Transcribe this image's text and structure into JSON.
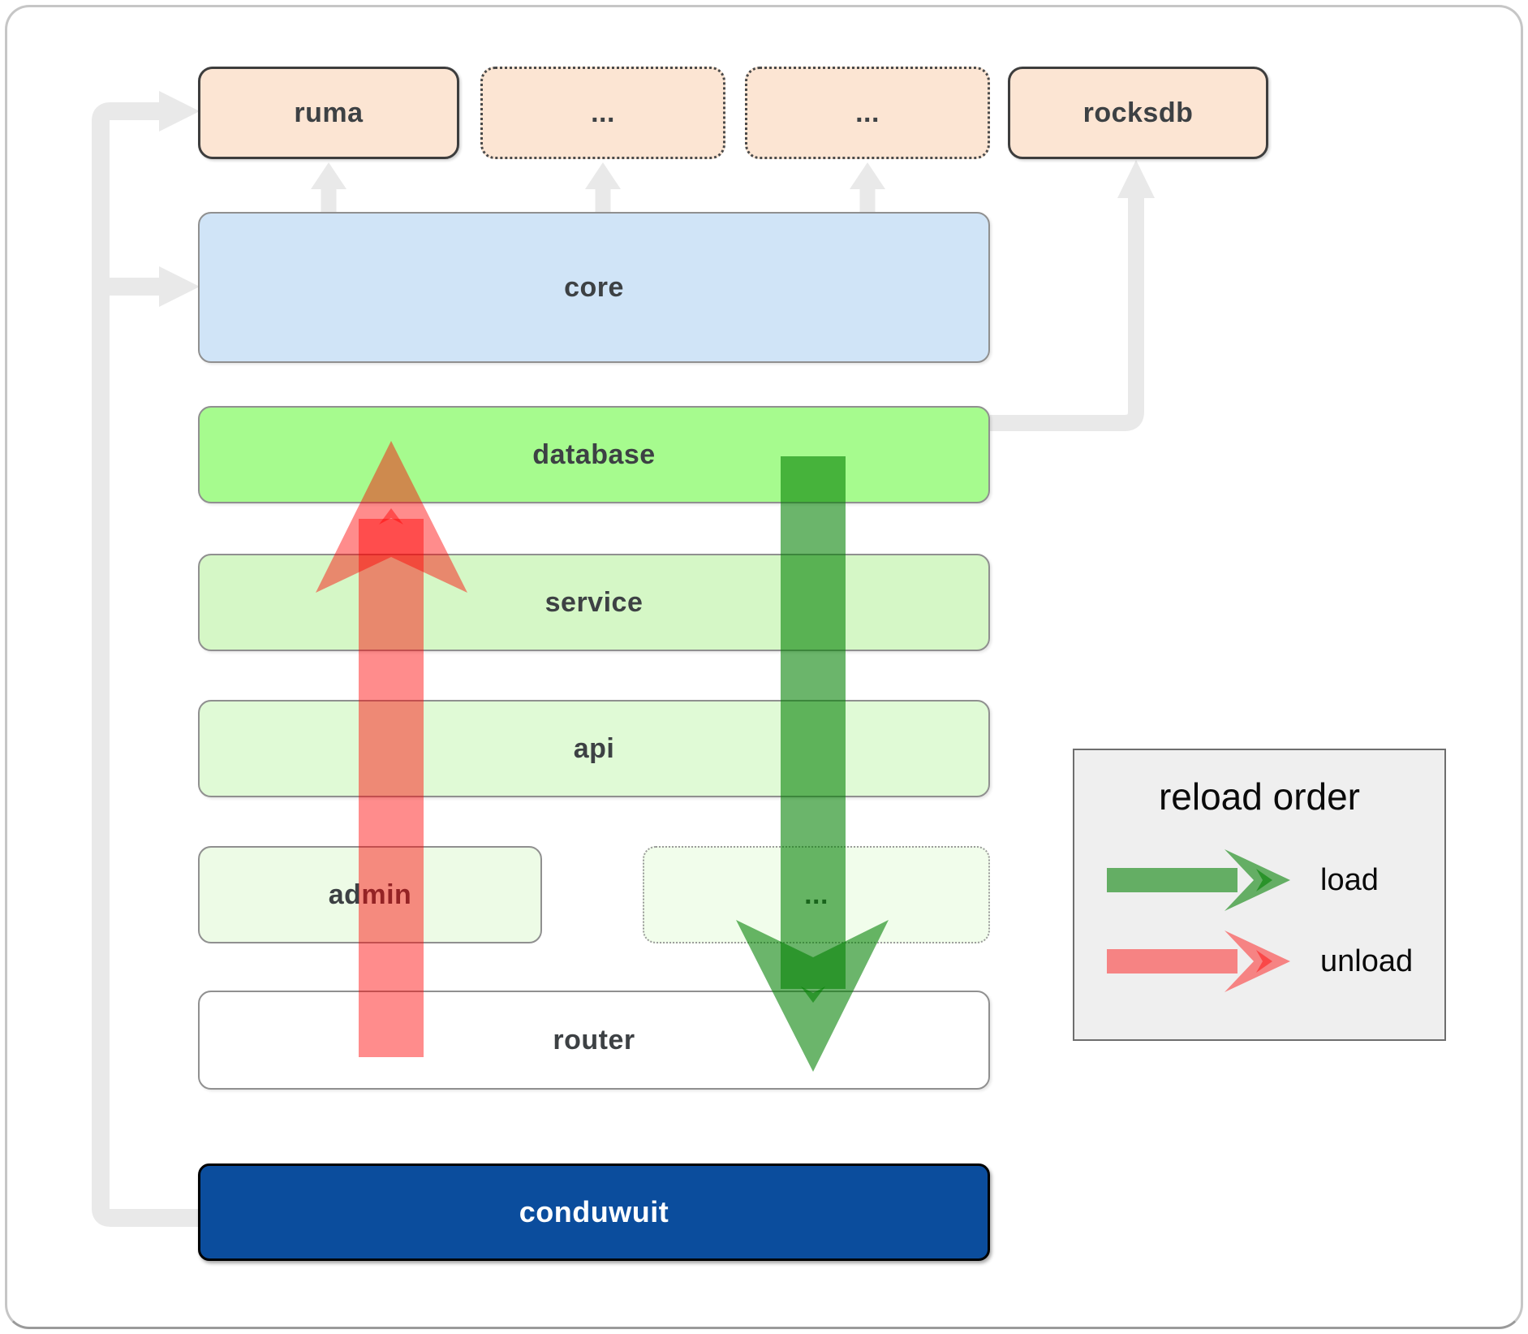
{
  "nodes": {
    "ruma": {
      "label": "ruma"
    },
    "external_top_1": {
      "label": "..."
    },
    "external_top_2": {
      "label": "..."
    },
    "rocksdb": {
      "label": "rocksdb"
    },
    "core": {
      "label": "core"
    },
    "database": {
      "label": "database"
    },
    "service": {
      "label": "service"
    },
    "api": {
      "label": "api"
    },
    "admin": {
      "label": "admin"
    },
    "more_services": {
      "label": "..."
    },
    "router": {
      "label": "router"
    },
    "conduwuit": {
      "label": "conduwuit"
    }
  },
  "legend": {
    "title": "reload order",
    "items": [
      {
        "label": "load",
        "color": "#008000"
      },
      {
        "label": "unload",
        "color": "#ff0000"
      }
    ]
  },
  "colors": {
    "external_box_fill": "#fce5d3",
    "core_fill": "#d0e4f7",
    "database_fill": "#a6fb8e",
    "service_fill": "#d5f7c6",
    "api_fill": "#e0fad6",
    "admin_fill": "#edfbe6",
    "router_fill": "#ffffff",
    "conduwuit_fill": "#0b4d9d",
    "connector_gray": "#e9e9e9",
    "load_arrow": "#008000",
    "unload_arrow": "#ff0000"
  }
}
